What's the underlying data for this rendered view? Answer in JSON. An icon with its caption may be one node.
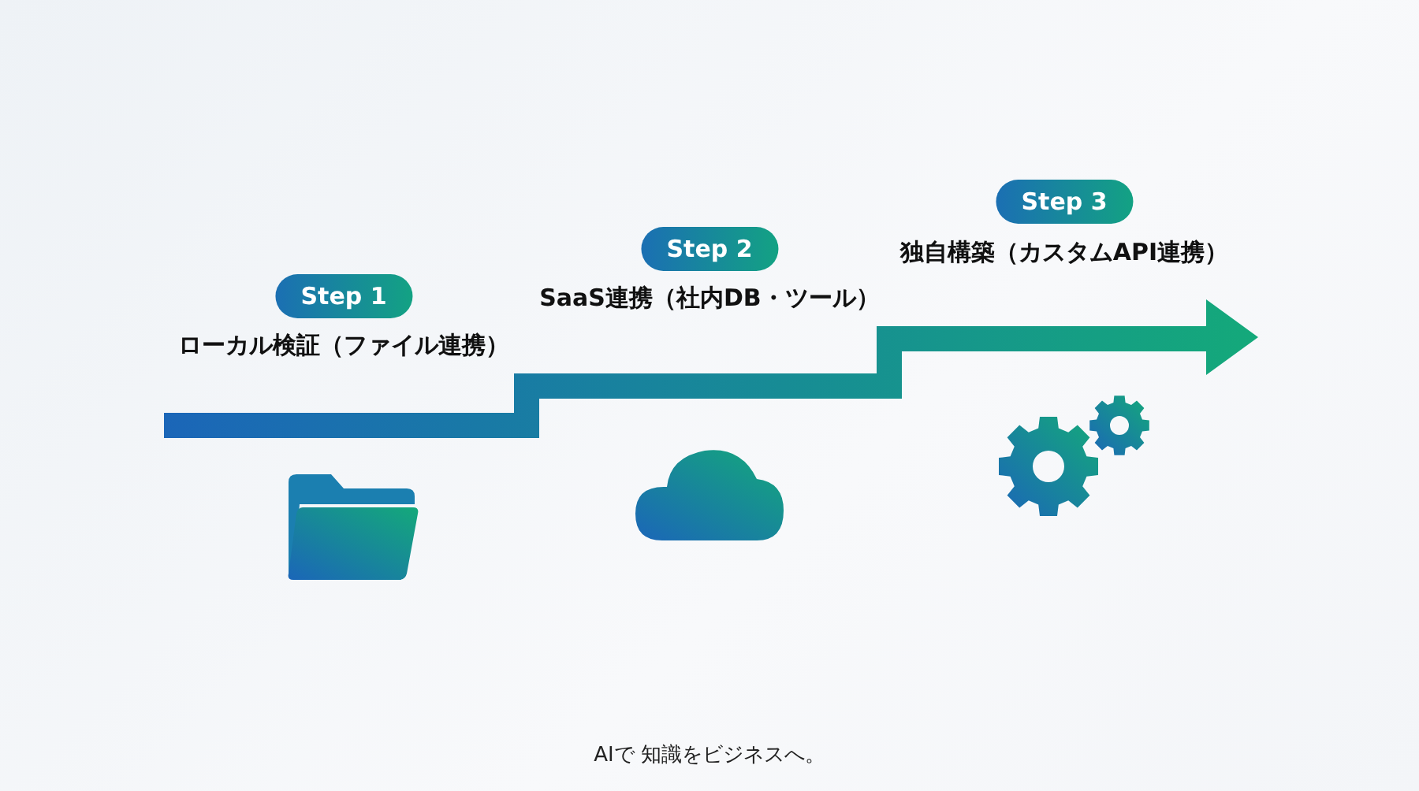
{
  "diagram": {
    "nodes": [
      {
        "text": [
          "Step 1"
        ],
        "beside": [
          "ローカル検証（ファイル連携）"
        ]
      },
      {
        "text": [
          "Step 2"
        ],
        "beside": [
          "SaaS連携（社内DB・ツール）"
        ]
      },
      {
        "text": [
          "Step 3"
        ],
        "beside": [
          "独自構築（カスタムAPI連携）"
        ]
      }
    ],
    "labels": [
      "AIで 知識をビジネスへ。"
    ]
  }
}
